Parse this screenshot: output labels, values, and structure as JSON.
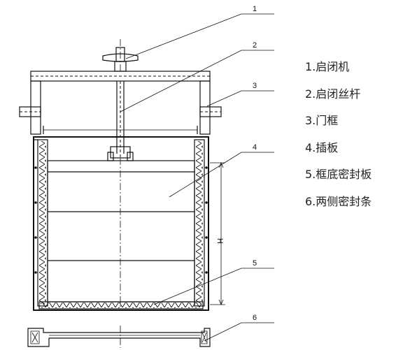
{
  "legend": {
    "items": [
      "1.启闭机",
      "2.启闭丝杆",
      "3.门框",
      "4.插板",
      "5.框底密封板",
      "6.两侧密封条"
    ]
  },
  "callouts": {
    "c1": "1",
    "c2": "2",
    "c3": "3",
    "c4": "4",
    "c5": "5",
    "c6": "6"
  },
  "dimension": {
    "height_label": "H"
  }
}
